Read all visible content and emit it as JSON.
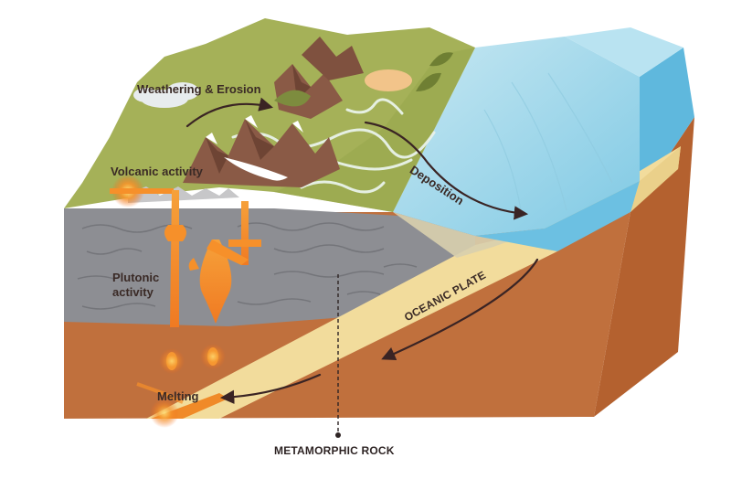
{
  "labels": {
    "weathering": "Weathering & Erosion",
    "volcanic": "Volcanic activity",
    "plutonic_line1": "Plutonic",
    "plutonic_line2": "activity",
    "deposition": "Deposition",
    "oceanic_plate": "OCEANIC PLATE",
    "melting": "Melting",
    "metamorphic": "METAMORPHIC ROCK"
  },
  "colors": {
    "land": "#a5b158",
    "mountain": "#8a5a46",
    "ocean_surface": "#9fd4e6",
    "ocean_front": "#6cc0e2",
    "crust_side": "#c0703d",
    "plate": "#f2dc9c",
    "plutonic_gray": "#8d8e93",
    "magma": "#f08a28",
    "arrow": "#3a2424"
  }
}
